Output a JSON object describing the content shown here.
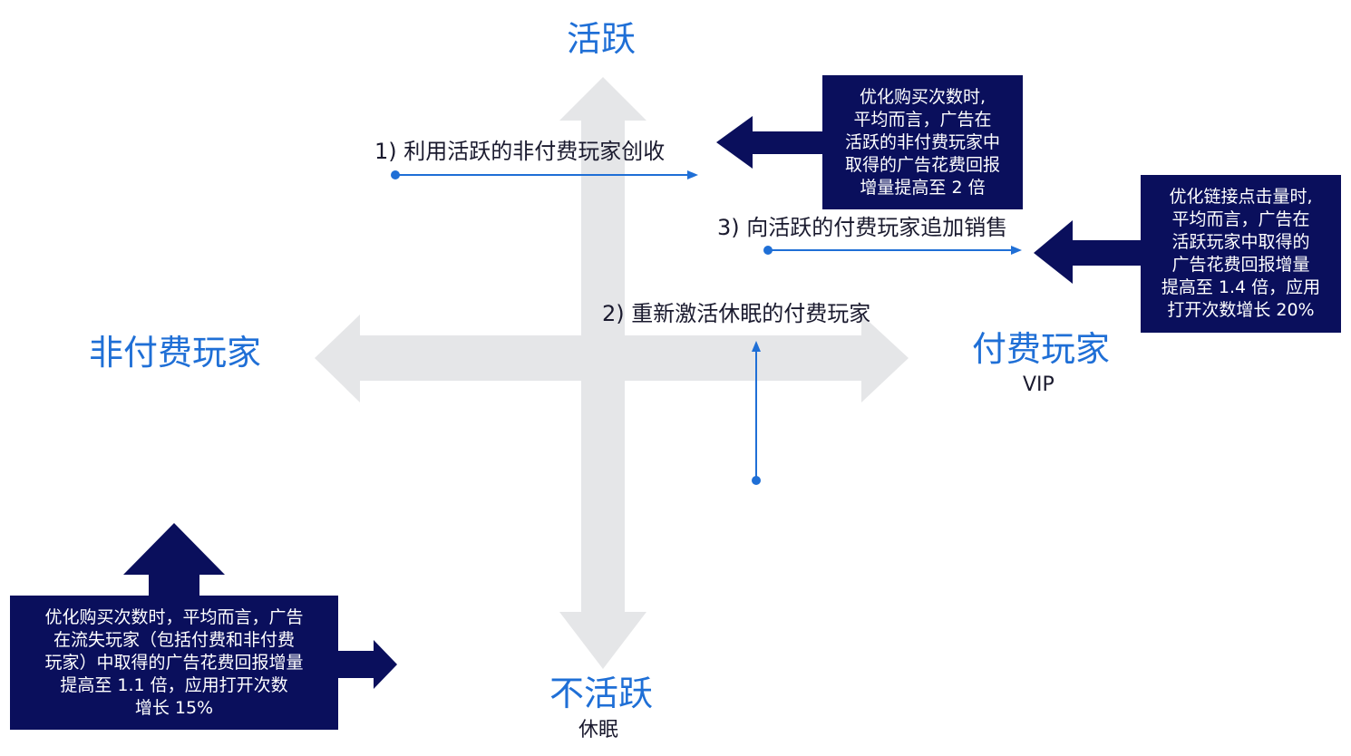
{
  "axes": {
    "top": "活跃",
    "bottom": "不活跃",
    "bottom_sub": "休眠",
    "left": "非付费玩家",
    "right": "付费玩家",
    "right_sub": "VIP"
  },
  "strategies": {
    "s1": "1) 利用活跃的非付费玩家创收",
    "s2": "2) 重新激活休眠的付费玩家",
    "s3": "3) 向活跃的付费玩家追加销售"
  },
  "callouts": {
    "c1": [
      "优化购买次数时,",
      "平均而言，广告在",
      "活跃的非付费玩家中",
      "取得的广告花费回报",
      "增量提高至 2 倍"
    ],
    "c2": [
      "优化链接点击量时,",
      "平均而言，广告在",
      "活跃玩家中取得的",
      "广告花费回报增量",
      "提高至 1.4 倍，应用",
      "打开次数增长 20%"
    ],
    "c3": [
      "优化购买次数时，平均而言，广告",
      "在流失玩家（包括付费和非付费",
      "玩家）中取得的广告花费回报增量",
      "提高至 1.1 倍，应用打开次数",
      "增长 15%"
    ]
  },
  "colors": {
    "axis_arrow": "#e5e6e8",
    "accent_blue": "#1f6fd6",
    "navy": "#0a0f5c"
  }
}
